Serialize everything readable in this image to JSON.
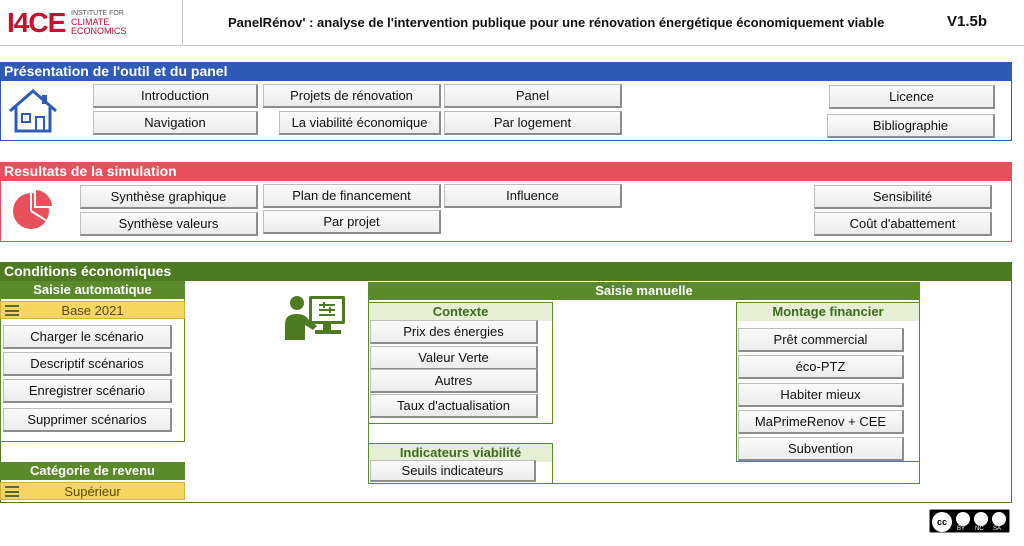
{
  "header": {
    "logo": {
      "main": "I4CE",
      "line1": "INSTITUTE FOR",
      "line2": "CLIMATE",
      "line3": "ECONOMICS"
    },
    "title": "PanelRénov' : analyse de l'intervention publique pour une rénovation énergétique économiquement viable",
    "version": "V1.5b"
  },
  "presentation": {
    "title": "Présentation de l'outil et du panel",
    "color": "#2f5bb7",
    "icon": "house-icon",
    "buttons": {
      "introduction": "Introduction",
      "navigation": "Navigation",
      "projets": "Projets de rénovation",
      "viabilite": "La viabilité économique",
      "panel": "Panel",
      "logement": "Par logement",
      "licence": "Licence",
      "bibliographie": "Bibliographie"
    }
  },
  "resultats": {
    "title": "Resultats de la simulation",
    "color": "#e8505b",
    "icon": "pie-chart-icon",
    "buttons": {
      "synthese_graphique": "Synthèse graphique",
      "synthese_valeurs": "Synthèse valeurs",
      "plan_financement": "Plan de financement",
      "par_projet": "Par projet",
      "influence": "Influence",
      "sensibilite": "Sensibilité",
      "cout_abattement": "Coût d'abattement"
    }
  },
  "conditions": {
    "title": "Conditions économiques",
    "color": "#4e7a22",
    "icon": "user-computer-icon",
    "saisie_auto": {
      "title": "Saisie automatique",
      "selected": "Base 2021",
      "buttons": {
        "charger": "Charger le scénario",
        "descriptif": "Descriptif scénarios",
        "enregistrer": "Enregistrer scénario",
        "supprimer": "Supprimer scénarios"
      }
    },
    "categorie": {
      "title": "Catégorie de revenu",
      "selected": "Supérieur"
    },
    "saisie_manuelle": {
      "title": "Saisie manuelle",
      "contexte": {
        "title": "Contexte",
        "buttons": {
          "prix": "Prix des énergies",
          "valeur_verte": "Valeur Verte",
          "autres": "Autres",
          "taux": "Taux d'actualisation"
        }
      },
      "indicateurs": {
        "title": "Indicateurs viabilité",
        "button": "Seuils indicateurs"
      },
      "montage": {
        "title": "Montage financier",
        "buttons": {
          "pret": "Prêt commercial",
          "ecoptz": "éco-PTZ",
          "habiter": "Habiter mieux",
          "maprimerenov": "MaPrimeRenov + CEE",
          "subvention": "Subvention"
        }
      }
    }
  },
  "license_badge": {
    "cc": "cc",
    "by": "BY",
    "nc": "NC",
    "sa": "SA"
  }
}
